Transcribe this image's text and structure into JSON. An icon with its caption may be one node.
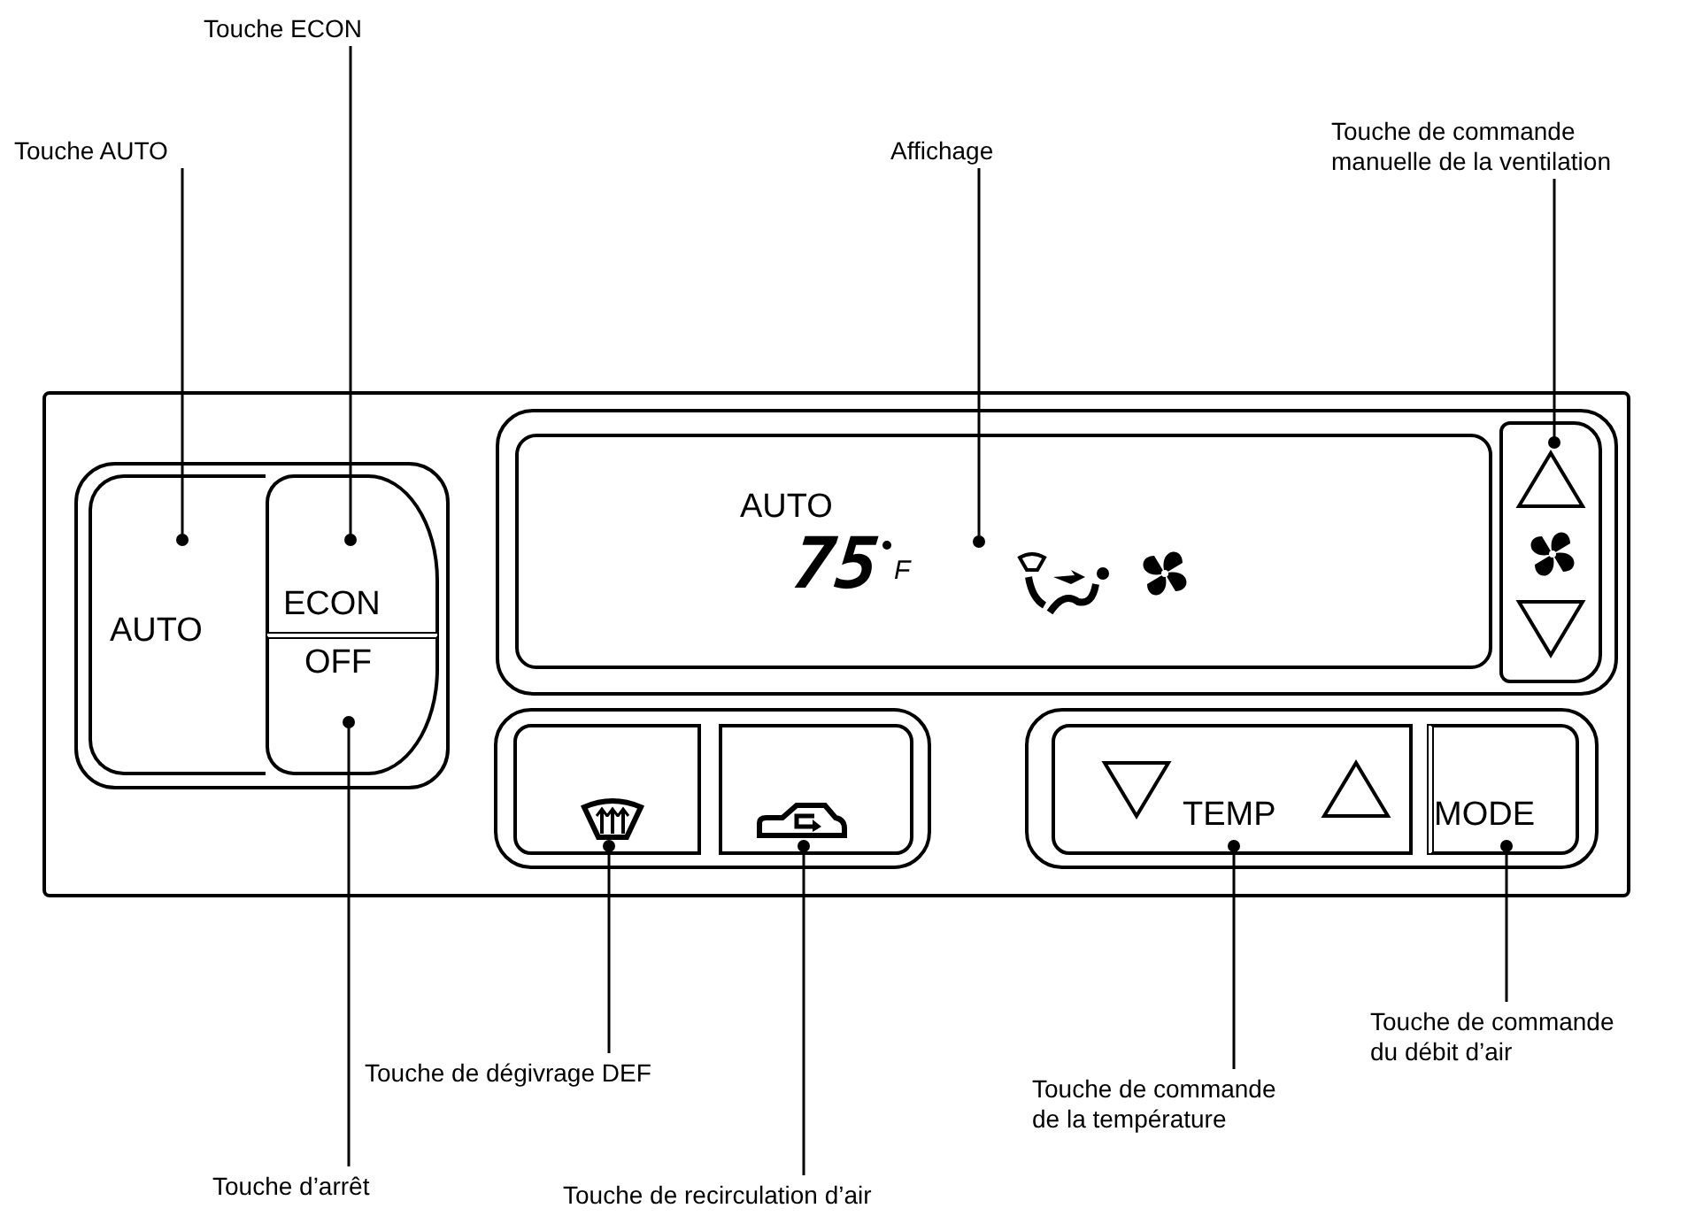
{
  "diagram": {
    "nodes": [
      {
        "text": [
          "Touche ECON"
        ]
      },
      {
        "text": [
          "Touche AUTO"
        ]
      },
      {
        "text": [
          "Affichage"
        ]
      },
      {
        "text": [
          "Touche de commande manuelle de la ventilation"
        ]
      },
      {
        "text": [
          "AUTO"
        ]
      },
      {
        "text": [
          "ECON"
        ]
      },
      {
        "text": [
          "OFF"
        ]
      },
      {
        "text": [
          "AUTO",
          "75",
          "F"
        ]
      },
      {
        "text": [],
        "shape": "box"
      },
      {
        "text": [],
        "shape": "box"
      },
      {
        "text": [],
        "shape": "box"
      },
      {
        "text": [
          "TEMP"
        ]
      },
      {
        "text": [
          "MODE"
        ]
      },
      {
        "text": [
          "Touche d’arrêt"
        ]
      },
      {
        "text": [
          "Touche de dégivrage DEF"
        ]
      },
      {
        "text": [
          "Touche de recirculation d’air"
        ]
      },
      {
        "text": [
          "Touche de commande de la température"
        ]
      },
      {
        "text": [
          "Touche de commande du débit d’air"
        ]
      }
    ],
    "edges": [
      {
        "from": 1,
        "to": 4,
        "arrow": "other"
      },
      {
        "from": 0,
        "to": 5,
        "arrow": "other"
      },
      {
        "from": 2,
        "to": 7,
        "arrow": "other"
      },
      {
        "from": 3,
        "to": 8,
        "arrow": "other"
      },
      {
        "from": 13,
        "to": 6,
        "arrow": "other"
      },
      {
        "from": 14,
        "to": 9,
        "arrow": "other"
      },
      {
        "from": 15,
        "to": 10,
        "arrow": "other"
      },
      {
        "from": 16,
        "to": 11,
        "arrow": "other"
      },
      {
        "from": 17,
        "to": 12,
        "arrow": "other"
      }
    ]
  }
}
